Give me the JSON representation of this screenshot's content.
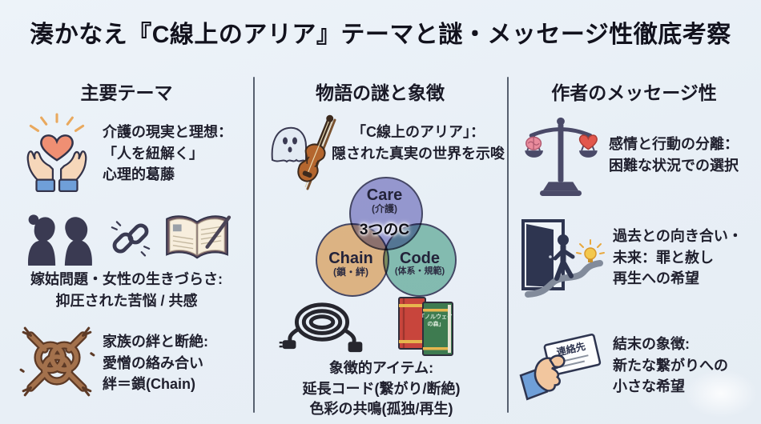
{
  "title": "湊かなえ『C線上のアリア』テーマと謎・メッセージ性徹底考察",
  "columns": [
    {
      "header": "主要テーマ",
      "items": [
        {
          "icon": "hands-heart-icon",
          "lines": [
            "介護の現実と理想：",
            "「人を紐解く」",
            "心理的葛藤"
          ]
        },
        {
          "icons": [
            "women-silhouettes-icon",
            "chain-link-icon",
            "open-book-icon"
          ],
          "lines": [
            "嫁姑問題・女性の生きづらさ:",
            "抑圧された苦悩 / 共感"
          ]
        },
        {
          "icon": "rope-knot-icon",
          "lines": [
            "家族の絆と断絶:",
            "愛憎の絡み合い",
            "絆＝鎖(Chain)"
          ]
        }
      ]
    },
    {
      "header": "物語の謎と象徴",
      "items": [
        {
          "icon": "ghost-violin-icon",
          "lines": [
            "「C線上のアリア」：",
            "隠された真実の世界を示唆"
          ]
        },
        {
          "icons": [
            "extension-cord-icon",
            "books-icon"
          ],
          "lines": [
            "象徴的アイテム:",
            "延長コード(繋がり/断絶)",
            "色彩の共鳴(孤独/再生)"
          ]
        }
      ]
    },
    {
      "header": "作者のメッセージ性",
      "items": [
        {
          "icon": "balance-scale-icon",
          "lines": [
            "感情と行動の分離：",
            "困難な状況での選択"
          ]
        },
        {
          "icon": "door-path-icon",
          "lines": [
            "過去との向き合い・",
            "未来：罪と赦し",
            "再生への希望"
          ]
        },
        {
          "icon": "hand-card-icon",
          "lines": [
            "結末の象徴:",
            "新たな繋がりへの",
            "小さな希望"
          ]
        }
      ]
    }
  ],
  "venn": {
    "center_label": "3つのC",
    "circles": [
      {
        "name": "Care",
        "sub": "(介護)",
        "color": "#8c8acc"
      },
      {
        "name": "Chain",
        "sub": "(鎖・絆)",
        "color": "#f0b473"
      },
      {
        "name": "Code",
        "sub": "(体系・規範)",
        "color": "#7dbeaa"
      }
    ]
  },
  "icon_labels": {
    "green_book_line1": "「ノルウェイ",
    "green_book_line2": "の森」",
    "card": "連絡先"
  },
  "colors": {
    "background": "#e9f0f6",
    "divider": "#57606f",
    "title_text": "#12121d",
    "body_text": "#20202e",
    "heart": "#ee8e73",
    "venn_care": "#8c8acc",
    "venn_chain": "#f0b473",
    "venn_code": "#7dbeaa"
  }
}
